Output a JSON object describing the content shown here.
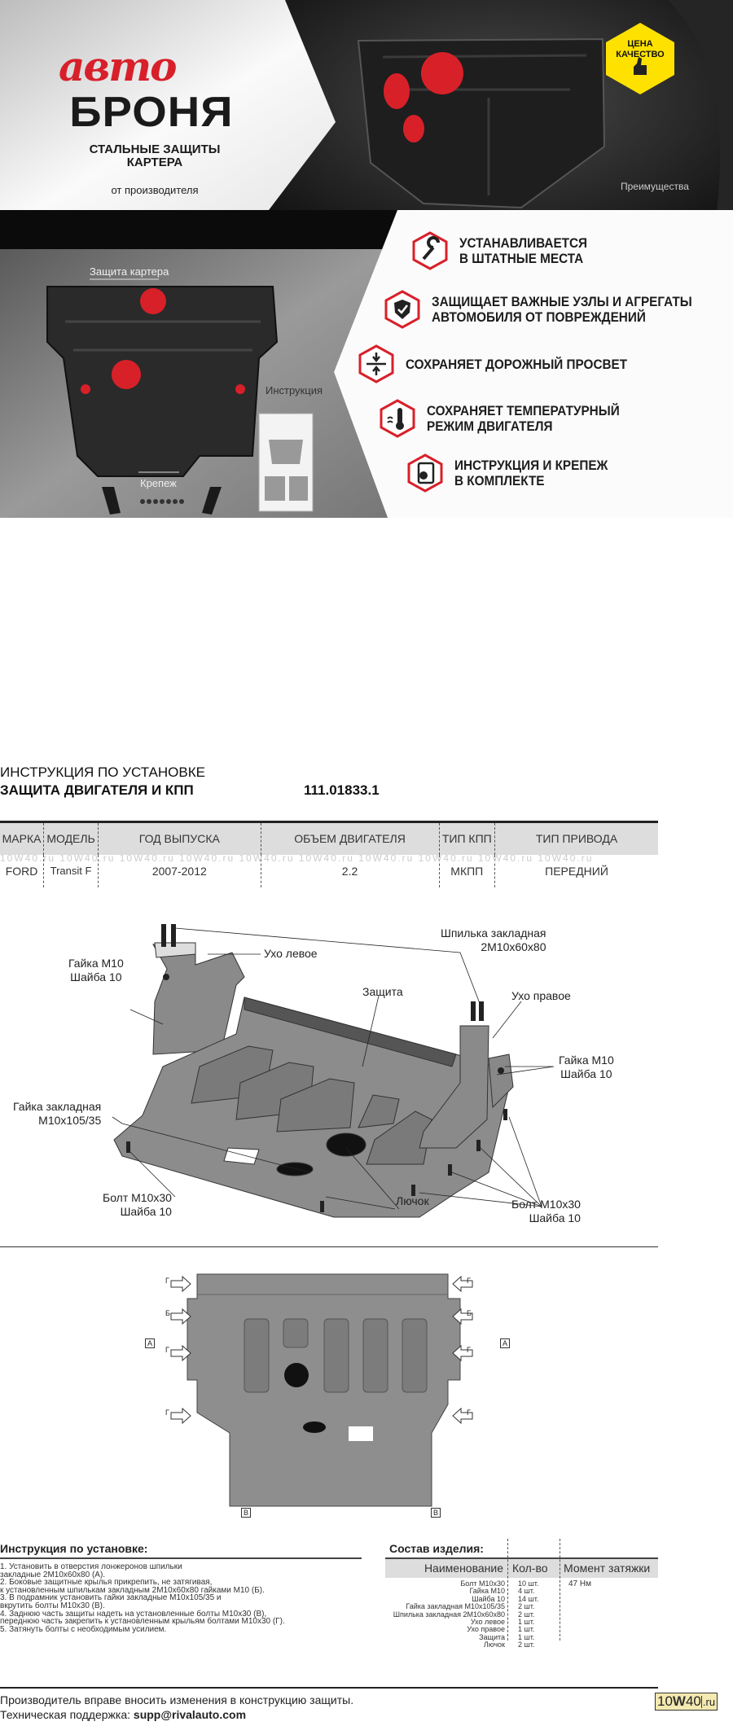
{
  "banner": {
    "brand_script": "авто",
    "brand_main": "БРОНЯ",
    "subtitle_line1": "СТАЛЬНЫЕ ЗАЩИТЫ",
    "subtitle_line2": "КАРТЕРА",
    "from_maker": "от производителя",
    "advantages_label": "Преимущества",
    "badge_line1": "ЦЕНА",
    "badge_line2": "КАЧЕСТВО",
    "label_guard": "Защита картера",
    "label_instruction": "Инструкция",
    "label_fasteners": "Крепеж",
    "accent": "#e3232b",
    "badge_color": "#ffe100",
    "features": [
      {
        "icon": "wrench-icon",
        "line1": "УСТАНАВЛИВАЕТСЯ",
        "line2": "В ШТАТНЫЕ МЕСТА"
      },
      {
        "icon": "shield-check-icon",
        "line1": "ЗАЩИЩАЕТ ВАЖНЫЕ УЗЛЫ И АГРЕГАТЫ",
        "line2": "АВТОМОБИЛЯ ОТ ПОВРЕЖДЕНИЙ"
      },
      {
        "icon": "clearance-icon",
        "line1": "СОХРАНЯЕТ ДОРОЖНЫЙ ПРОСВЕТ",
        "line2": ""
      },
      {
        "icon": "thermometer-icon",
        "line1": "СОХРАНЯЕТ ТЕМПЕРАТУРНЫЙ",
        "line2": "РЕЖИМ ДВИГАТЕЛЯ"
      },
      {
        "icon": "kit-icon",
        "line1": "ИНСТРУКЦИЯ И КРЕПЕЖ",
        "line2": "В КОМПЛЕКТЕ"
      }
    ]
  },
  "doc": {
    "title_line1": "ИНСТРУКЦИЯ ПО УСТАНОВКЕ",
    "title_line2": "ЗАЩИТА ДВИГАТЕЛЯ И КПП",
    "part_number": "111.01833.1",
    "table": {
      "headers": [
        "МАРКА",
        "МОДЕЛЬ",
        "ГОД ВЫПУСКА",
        "ОБЪЕМ ДВИГАТЕЛЯ",
        "ТИП КПП",
        "ТИП ПРИВОДА"
      ],
      "row": [
        "FORD",
        "Transit F",
        "2007-2012",
        "2.2",
        "МКПП",
        "ПЕРЕДНИЙ"
      ]
    },
    "watermark": "10W40.ru",
    "diagram_labels": {
      "stud_1": "Шпилька закладная",
      "stud_2": "2М10х60х80",
      "ear_left": "Ухо левое",
      "nut_left_1": "Гайка М10",
      "nut_left_2": "Шайба 10",
      "guard": "Защита",
      "ear_right": "Ухо правое",
      "nut_right_1": "Гайка М10",
      "nut_right_2": "Шайба 10",
      "insert_nut_1": "Гайка закладная",
      "insert_nut_2": "М10х105/35",
      "bolt_left_1": "Болт М10х30",
      "bolt_left_2": "Шайба 10",
      "hatch": "Лючок",
      "bolt_right_1": "Болт М10х30",
      "bolt_right_2": "Шайба 10"
    },
    "markers": {
      "a": "А",
      "b": "Б",
      "v": "В",
      "g": "Г"
    },
    "instructions_title": "Инструкция по установке:",
    "instructions": [
      "1. Установить в отверстия лонжеронов шпильки",
      "закладные 2М10х60х80 (А).",
      "2. Боковые защитные крылья прикрепить, не затягивая,",
      "к установленным шпилькам закладным 2М10х60х80 гайками М10 (Б).",
      "3. В подрамник установить гайки закладные М10х105/35 и",
      "вкрутить болты М10х30 (В).",
      "4. Заднюю часть защиты надеть на установленные болты М10х30 (В),",
      "переднюю часть закрепить к установленным крыльям болтами М10х30 (Г).",
      "5. Затянуть болты с необходимым усилием."
    ],
    "composition_title": "Состав изделия:",
    "composition_headers": [
      "Наименование",
      "Кол-во",
      "Момент затяжки"
    ],
    "composition": [
      {
        "name": "Болт М10х30",
        "qty": "10 шт.",
        "torque": "47 Нм"
      },
      {
        "name": "Гайка М10",
        "qty": "4 шт.",
        "torque": ""
      },
      {
        "name": "Шайба 10",
        "qty": "14 шт.",
        "torque": ""
      },
      {
        "name": "Гайка закладная М10х105/35",
        "qty": "2 шт.",
        "torque": ""
      },
      {
        "name": "Шпилька закладная 2М10х60х80",
        "qty": "2 шт.",
        "torque": ""
      },
      {
        "name": "Ухо левое",
        "qty": "1 шт.",
        "torque": ""
      },
      {
        "name": "Ухо правое",
        "qty": "1 шт.",
        "torque": ""
      },
      {
        "name": "Защита",
        "qty": "1 шт.",
        "torque": ""
      },
      {
        "name": "Лючок",
        "qty": "2 шт.",
        "torque": ""
      }
    ],
    "footer_line1": "Производитель вправе вносить изменения в конструкцию защиты.",
    "support_label": "Техническая поддержка: ",
    "support_email": "supp@rivalauto.com",
    "logo_a": "10",
    "logo_w": "W",
    "logo_b": "40",
    ".ru": ".ru"
  }
}
